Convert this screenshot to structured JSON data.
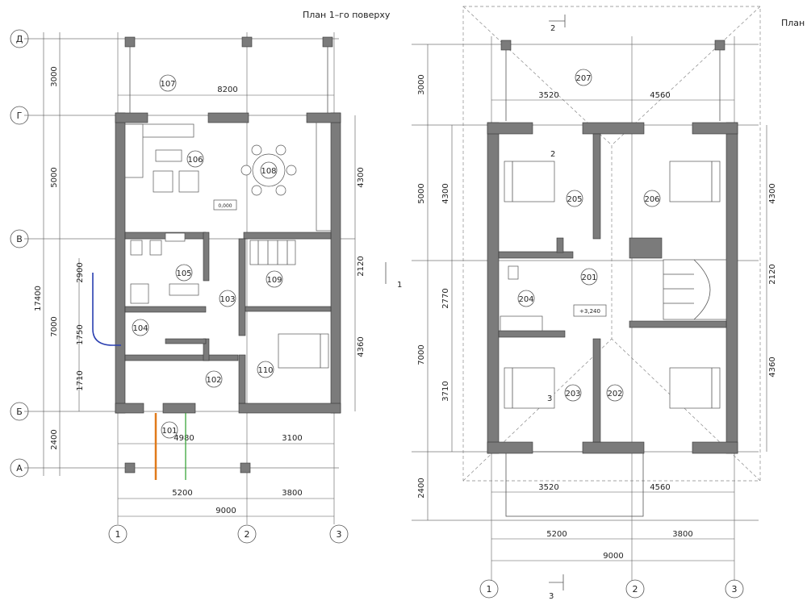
{
  "plan1": {
    "title": "План 1–го поверху",
    "rows": [
      "Д",
      "Г",
      "В",
      "Б",
      "А"
    ],
    "cols": [
      "1",
      "2",
      "3"
    ],
    "left_dims": [
      "3000",
      "5000",
      "7000",
      "2400"
    ],
    "left_total": "17400",
    "left_sub": [
      "2900",
      "1750",
      "1710"
    ],
    "right_dims": [
      "4300",
      "2120",
      "4360"
    ],
    "top_dim": "8200",
    "inner_bottom": [
      "4980",
      "3100"
    ],
    "bottom_dims": [
      "5200",
      "3800"
    ],
    "bottom_total": "9000",
    "rooms": [
      "107",
      "106",
      "108",
      "105",
      "109",
      "103",
      "104",
      "102",
      "110",
      "101"
    ],
    "level": "0,000",
    "section_mark": "1"
  },
  "plan2": {
    "title": "План",
    "cols": [
      "1",
      "2",
      "3"
    ],
    "left_dims": [
      "3000",
      "5000",
      "7000",
      "2400"
    ],
    "left_sub": [
      "4300",
      "2770",
      "3710"
    ],
    "right_dims": [
      "4300",
      "2120",
      "4360"
    ],
    "top_inner": [
      "3520",
      "4560"
    ],
    "bottom_inner": [
      "3520",
      "4560"
    ],
    "bottom_dims": [
      "5200",
      "3800"
    ],
    "bottom_total": "9000",
    "rooms": [
      "207",
      "205",
      "206",
      "201",
      "204",
      "203",
      "202"
    ],
    "level": "+3,240",
    "sections": [
      "2",
      "2",
      "3",
      "3"
    ]
  }
}
